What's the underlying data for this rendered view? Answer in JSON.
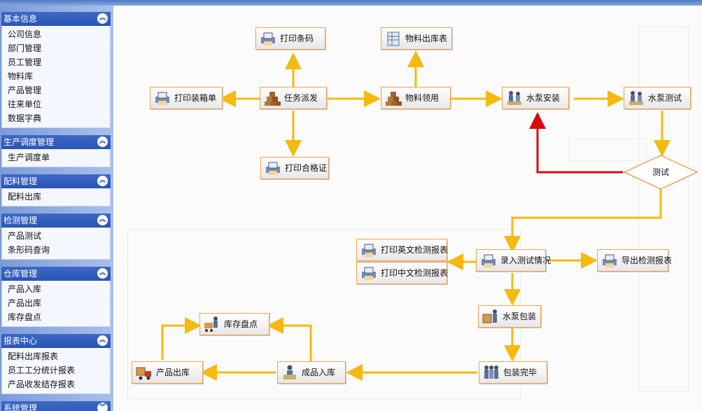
{
  "sidebar": {
    "groups": [
      {
        "title": "基本信息",
        "toggle": "︽",
        "items": [
          "公司信息",
          "部门管理",
          "员工管理",
          "物料库",
          "产品管理",
          "往来单位",
          "数据字典"
        ]
      },
      {
        "title": "生产调度管理",
        "toggle": "︽",
        "items": [
          "生产调度单"
        ]
      },
      {
        "title": "配料管理",
        "toggle": "︽",
        "items": [
          "配料出库"
        ]
      },
      {
        "title": "检测管理",
        "toggle": "︽",
        "items": [
          "产品测试",
          "条形码查询"
        ]
      },
      {
        "title": "仓库管理",
        "toggle": "︽",
        "items": [
          "产品入库",
          "产品出库",
          "库存盘点"
        ]
      },
      {
        "title": "报表中心",
        "toggle": "︽",
        "items": [
          "配料出库报表",
          "员工工分统计报表",
          "产品收发结存报表"
        ]
      },
      {
        "title": "系统管理",
        "toggle": "︾",
        "items": []
      }
    ]
  },
  "flow": {
    "nodes": {
      "print_barcode": "打印条码",
      "material_outbound_table": "物料出库表",
      "print_packing_list": "打印装箱单",
      "task_dispatch": "任务派发",
      "material_pickup": "物料领用",
      "pump_install": "水泵安装",
      "pump_test": "水泵测试",
      "print_certificate": "打印合格证",
      "test_decision": "测试",
      "print_en_report": "打印英文检测报表",
      "print_cn_report": "打印中文检测报表",
      "enter_test_result": "录入测试情况",
      "export_report": "导出检测报表",
      "pump_packing": "水泵包装",
      "inventory_check": "库存盘点",
      "product_outbound": "产品出库",
      "product_inbound": "成品入库",
      "packing_done": "包装完毕"
    },
    "colors": {
      "arrow": "#f5b90f",
      "fail_arrow": "#dd0a0a",
      "node_border": "#f0a050",
      "header": "#2a55b6"
    }
  }
}
